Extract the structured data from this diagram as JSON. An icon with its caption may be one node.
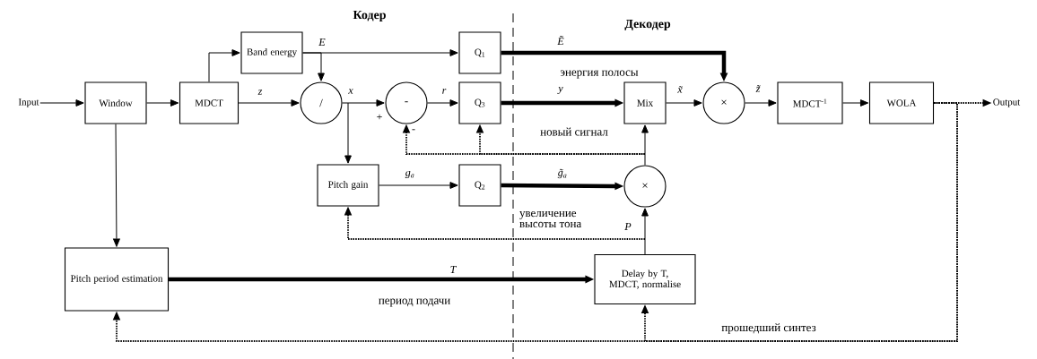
{
  "diagram": {
    "nodes": [
      {
        "text": [
          "Input"
        ]
      },
      {
        "text": [
          "Window"
        ]
      },
      {
        "text": [
          "MDCT"
        ]
      },
      {
        "text": [
          "Band energy"
        ]
      },
      {
        "text": [
          "/"
        ]
      },
      {
        "text": [
          "-"
        ]
      },
      {
        "text": [
          "Q$_{1}$"
        ]
      },
      {
        "text": [
          "Q$_{3}$"
        ]
      },
      {
        "text": [
          "Pitch gain"
        ]
      },
      {
        "text": [
          "Q$_{2}$"
        ]
      },
      {
        "text": [
          "Mix"
        ]
      },
      {
        "text": [
          "×"
        ]
      },
      {
        "text": [
          "MDCT$^{-1}$"
        ]
      },
      {
        "text": [
          "WOLA"
        ]
      },
      {
        "text": [
          "Output"
        ]
      },
      {
        "text": [
          "×"
        ]
      },
      {
        "text": [
          "Pitch period estimation"
        ]
      },
      {
        "text": [
          "Delay by T, MDCT, normalise"
        ]
      }
    ],
    "edges": [
      {
        "from": 0,
        "to": 1,
        "arrow": "to"
      },
      {
        "from": 1,
        "to": 2,
        "arrow": "to"
      },
      {
        "from": 2,
        "to": 3,
        "arrow": "to"
      },
      {
        "from": 2,
        "to": 4,
        "arrow": "to",
        "label": "z"
      },
      {
        "from": 3,
        "to": 4,
        "arrow": "to"
      },
      {
        "from": 3,
        "to": 6,
        "arrow": "to",
        "label": "E"
      },
      {
        "from": 4,
        "to": 5,
        "arrow": "to",
        "label": "x"
      },
      {
        "from": 4,
        "to": 8,
        "arrow": "to"
      },
      {
        "from": 5,
        "to": 7,
        "arrow": "to",
        "label": "r"
      },
      {
        "from": 6,
        "to": 11,
        "arrow": "to",
        "label": "Ẽ",
        "style": "thick"
      },
      {
        "from": 7,
        "to": 10,
        "arrow": "to",
        "label": "y",
        "style": "thick"
      },
      {
        "from": 8,
        "to": 9,
        "arrow": "to",
        "label": "g$_{a}$"
      },
      {
        "from": 9,
        "to": 15,
        "arrow": "to",
        "label": "g̃$_{a}$",
        "style": "thick"
      },
      {
        "from": 10,
        "to": 11,
        "arrow": "to",
        "label": "x̃"
      },
      {
        "from": 11,
        "to": 12,
        "arrow": "to",
        "label": "z̃"
      },
      {
        "from": 12,
        "to": 13,
        "arrow": "to"
      },
      {
        "from": 13,
        "to": 14,
        "arrow": "to",
        "style": "dashed"
      },
      {
        "from": 1,
        "to": 16,
        "arrow": "to"
      },
      {
        "from": 16,
        "to": 17,
        "arrow": "to",
        "label": "T",
        "style": "thick"
      },
      {
        "from": 17,
        "to": 15,
        "arrow": "to",
        "label": "P"
      },
      {
        "from": 15,
        "to": 10,
        "arrow": "to"
      },
      {
        "from": 15,
        "to": 5,
        "arrow": "to",
        "style": "dashed"
      },
      {
        "from": 15,
        "to": 7,
        "arrow": "to",
        "style": "dashed"
      },
      {
        "from": 17,
        "to": 8,
        "arrow": "to",
        "style": "dashed"
      },
      {
        "from": 13,
        "to": 16,
        "arrow": "to",
        "style": "dashed"
      },
      {
        "from": 13,
        "to": 17,
        "arrow": "to",
        "style": "dashed"
      }
    ],
    "labels": [
      "Кодер",
      "Декодер",
      "энергия полосы",
      "+",
      "-",
      "новый сигнал",
      "увеличение высоты тона",
      "период подачи",
      "прошедший синтез"
    ]
  }
}
